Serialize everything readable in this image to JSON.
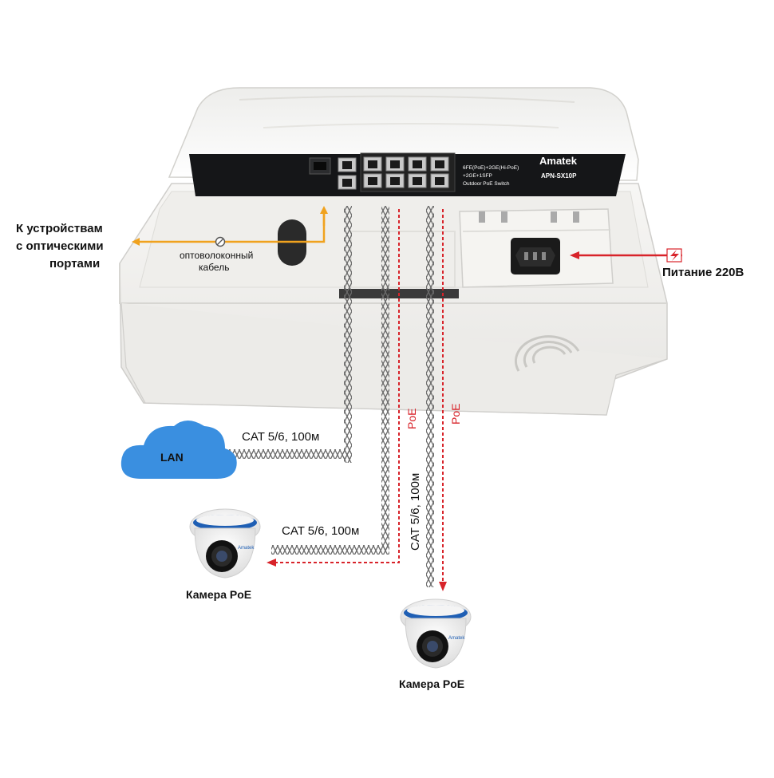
{
  "switch": {
    "brand": "Amatek",
    "model": "APN-SX10P",
    "spec_line1": "6FE(PoE)+2GE(Hi-PoE)",
    "spec_line2": "+2GE+1SFP",
    "spec_line3": "Outdoor PoE Switch"
  },
  "labels": {
    "optical_devices": [
      "К устройствам",
      "с оптическими",
      "портами"
    ],
    "fiber_cable": [
      "оптоволоконный",
      "кабель"
    ],
    "power": "Питание 220В",
    "lan": "LAN",
    "cable_lan": "CAT 5/6, 100м",
    "cable_cam1": "CAT 5/6, 100м",
    "cable_cam2": "CAT 5/6, 100м",
    "poe_1": "PoE",
    "poe_2": "PoE",
    "camera_1": "Камера PoE",
    "camera_2": "Камера PoE",
    "camera_brand": "Amatek"
  },
  "colors": {
    "fiber": "#f0a21e",
    "poe": "#d8232a",
    "cloud": "#3a8fe0",
    "enclosure": "#f1f0ee",
    "panel": "#151618"
  }
}
